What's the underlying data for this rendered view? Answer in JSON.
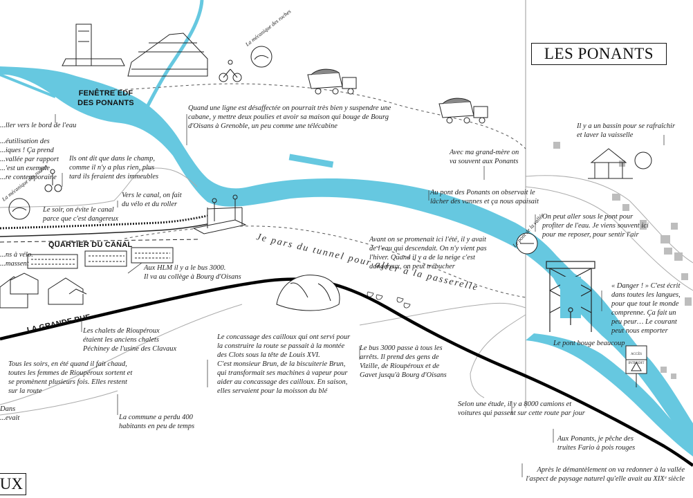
{
  "title": "LES PONANTS",
  "corner_title": "UX",
  "places": {
    "fenetre_edf": "FENÊTRE EDF DES PONANTS",
    "quartier_canal": "QUARTIER DU CANAL",
    "grande_rue": "LA GRANDE RUE",
    "mecanique_roches_1": "La mécanique des roches",
    "mecanique_roches_2": "La mécanique des roches",
    "pont_vallee": "Le pont de la vallée",
    "pont_bouge": "Le pont bouge beaucoup",
    "sign_text": "ACCÈS INTERDIT"
  },
  "path_script": "Je pars du tunnel pour aller à la passerelle",
  "notes": {
    "n_bord_eau": "...ller vers le bord de l'eau",
    "n_reutilisation": "...éutilisation des\n...iques ! Ça prend\n...vallée par rapport\n...'est un exemple\n...re contemporaine",
    "n_champ": "Ils ont dit que dans le champ,\ncomme il n'y a plus rien, plus\ntard ils feraient des immeubles",
    "n_ligne": "Quand une ligne est désaffectée on pourrait très bien y suspendre une\ncabane, y mettre deux poulies et avoir sa maison qui bouge de Bourg\nd'Oisans à Grenoble, un peu comme une télécabine",
    "n_bassin": "Il y a un bassin pour se rafraîchir\net laver la vaisselle",
    "n_grand_mere": "Avec ma grand-mère on\nva souvent aux Ponants",
    "n_soir_canal": "Le soir, on évite le canal\nparce que c'est dangereux",
    "n_velo": "Vers le canal, on fait\ndu vélo et du roller",
    "n_pont_vannes": "Au pont des Ponants on observait le\nlâcher des vannes et ça nous apaisait",
    "n_sous_pont": "On peut aller sous le pont pour\nprofiter de l'eau. Je viens souvent ici\npour me reposer, pour sentir l'air",
    "n_promenait": "Avant on se promenait ici l'été, il y avait\nde l'eau qui descendait. On n'y vient pas\nl'hiver. Quand il y a de la neige c'est\ndangereux, on peut trébucher",
    "n_velo_left": "...ns à vélo.\n...massent",
    "n_hlm": "Aux HLM il y a le bus 3000.\nIl va au collège à Bourg d'Oisans",
    "n_danger": "« Danger ! » C'est écrit\ndans toutes les langues,\npour que tout le monde\ncomprenne. Ça fait un\npeu peur… Le courant\npeut nous emporter",
    "n_chalets": "Les chalets de Rioupéroux\nétaient les anciens chalets\nPéchiney de l'usine des Clavaux",
    "n_concassage": "Le concassage des cailloux qui ont servi pour\nla construire la route se passait à la montée\ndes Clots sous la tête de Louis XVI.\nC'est monsieur Brun, de la biscuiterie Brun,\nqui transformait ses machines à vapeur pour\naider au concassage des cailloux. En saison,\nelles servaient pour la moisson du blé",
    "n_bus3000": "Le bus 3000 passe à tous les\narrêts. Il prend des gens de\nVizille, de Rioupéroux et de\nGavet jusqu'à Bourg d'Oisans",
    "n_femmes": "Tous les soirs, en été quand il fait chaud,\ntoutes les femmes de Rioupéroux sortent et\nse promènent plusieurs fois. Elles restent\nsur la route",
    "n_dans": "Dans\n...evait",
    "n_commune": "La commune a perdu 400\nhabitants en peu de temps",
    "n_camions": "Selon une étude, il y a 8000 camions et\nvoitures qui passent sur cette route par jour",
    "n_truites": "Aux Ponants, je pêche des\ntruites Fario à pois rouges",
    "n_demantelement": "Après le démantèlement on va redonner à la vallée\nl'aspect de paysage naturel qu'elle avait au XIXᵉ siècle"
  },
  "colors": {
    "river": "#66c8e0",
    "road": "#000000",
    "ink": "#222222",
    "building_grey": "#bdbdbd"
  },
  "icons": [
    "dump-truck-icon",
    "cyclist-icon",
    "gazebo-icon",
    "warning-sign-icon",
    "strawberry-icon",
    "pylon-icon"
  ]
}
